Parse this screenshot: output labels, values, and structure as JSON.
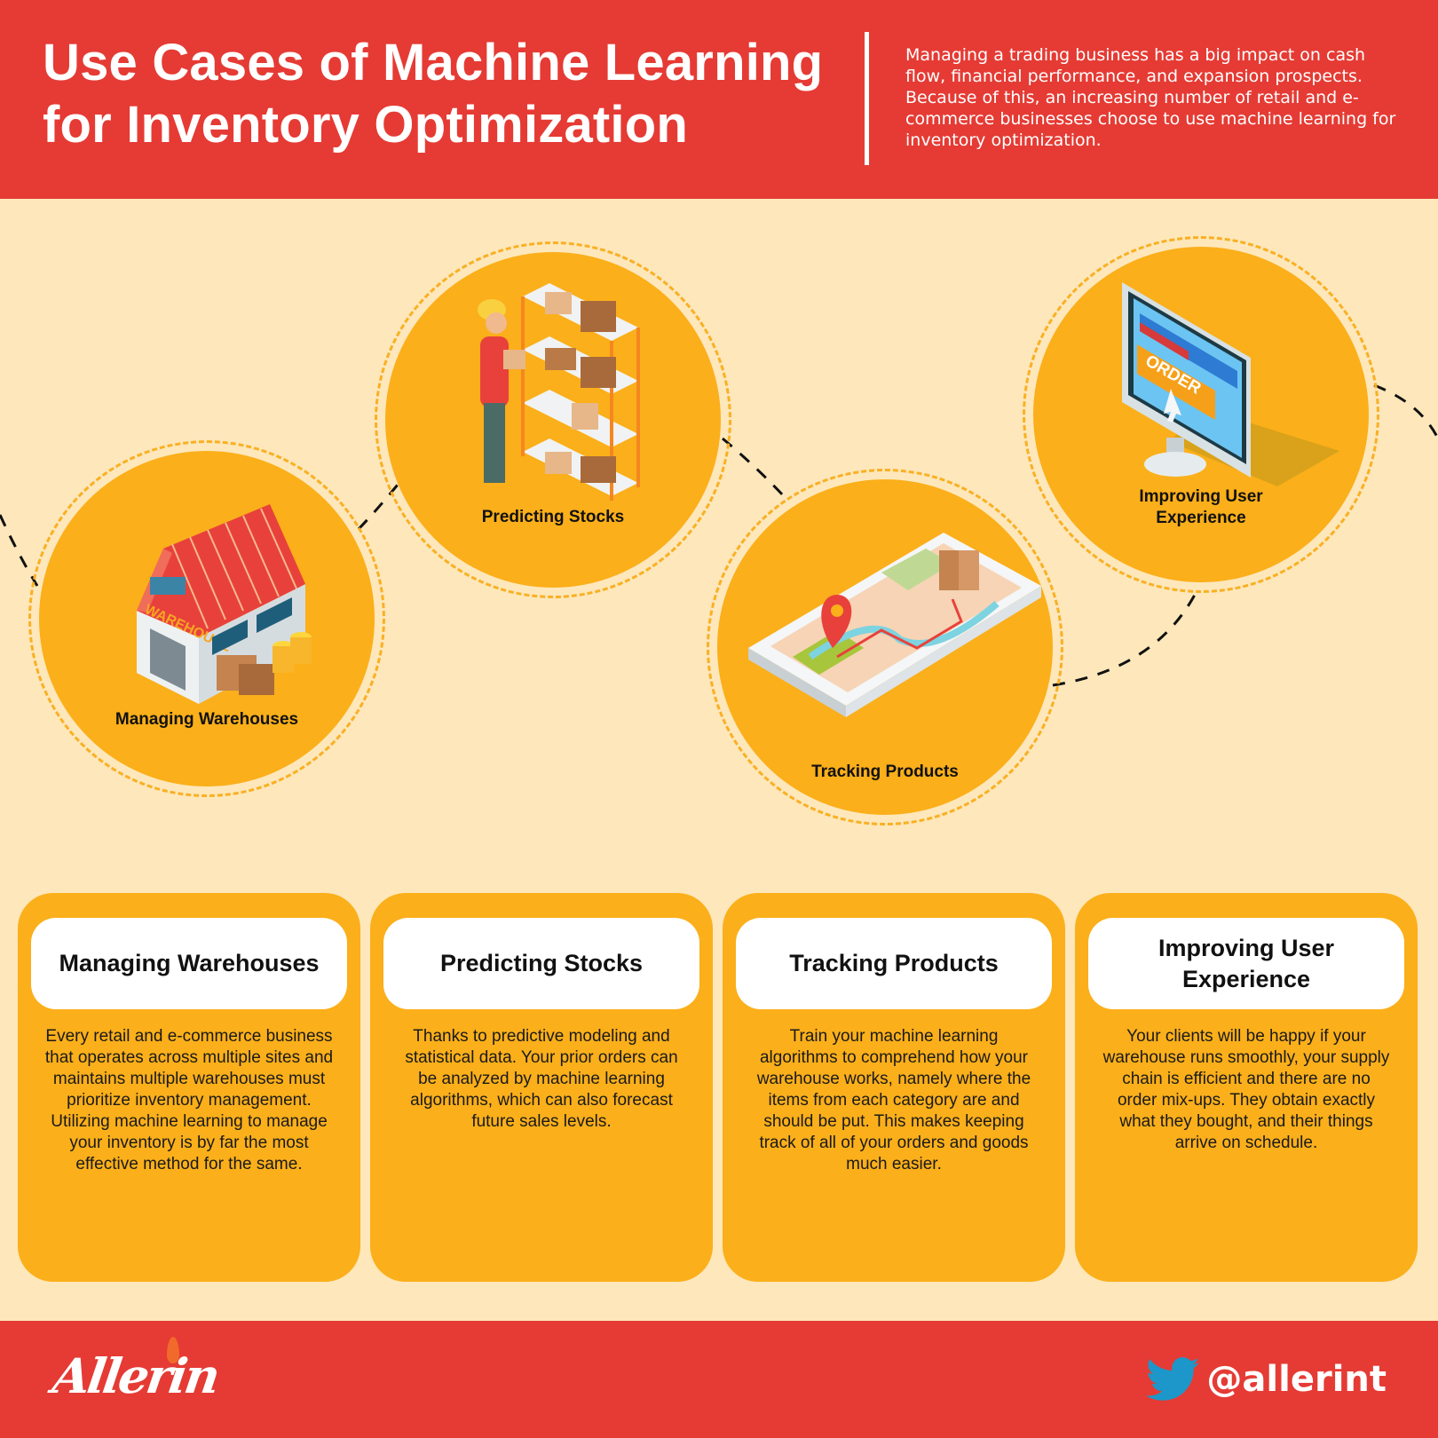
{
  "header": {
    "title": "Use Cases of Machine Learning for Inventory Optimization",
    "intro": "Managing a trading business has a big impact on cash flow, financial performance, and expansion prospects. Because of this, an increasing number of retail and e-commerce businesses choose to use machine learning for inventory optimization."
  },
  "circles": [
    {
      "label": "Managing Warehouses",
      "illustration": "warehouse-icon"
    },
    {
      "label": "Predicting Stocks",
      "illustration": "shelves-worker-icon"
    },
    {
      "label": "Tracking Products",
      "illustration": "phone-map-icon"
    },
    {
      "label": "Improving User Experience",
      "illustration": "monitor-order-icon",
      "badge": "ORDER"
    }
  ],
  "cards": [
    {
      "title": "Managing Warehouses",
      "body": "Every retail and e-commerce business that operates across multiple sites and maintains multiple warehouses must prioritize inventory management. Utilizing machine learning to manage your inventory is by far the most effective method for the same."
    },
    {
      "title": "Predicting Stocks",
      "body": "Thanks to predictive modeling and statistical data. Your prior orders can be analyzed by machine learning algorithms, which can also forecast future sales levels."
    },
    {
      "title": "Tracking Products",
      "body": "Train your machine learning algorithms to comprehend how your warehouse works, namely where the items from each category are and should be put. This makes keeping track of all of your orders and goods much easier."
    },
    {
      "title": "Improving User Experience",
      "body": "Your clients will be happy if your warehouse runs smoothly, your supply chain is efficient and there are no order mix-ups. They obtain exactly what they bought, and their things arrive on schedule."
    }
  ],
  "footer": {
    "brand": "Allerin",
    "twitter_handle": "@allerint"
  },
  "colors": {
    "red": "#E53B34",
    "cream": "#FEE7BA",
    "orange": "#FBAF1A",
    "twitter_blue": "#1D97C9"
  }
}
